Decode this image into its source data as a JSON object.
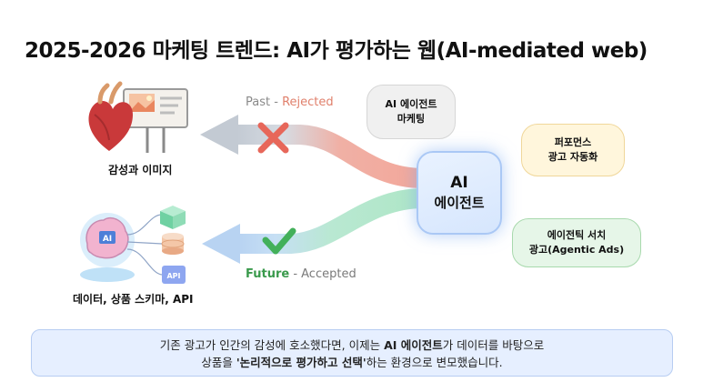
{
  "title": "2025-2026 마케팅 트렌드: AI가 평가하는 웹(AI-mediated web)",
  "past_label": {
    "prefix": "Past - ",
    "status": "Rejected"
  },
  "future_label": {
    "prefix": "Future",
    "status": " - Accepted"
  },
  "left_top_caption": "감성과 이미지",
  "left_bottom_caption": "데이터, 상품 스키마, API",
  "hub": {
    "line1": "AI",
    "line2": "에이전트"
  },
  "bubbles": {
    "gray": [
      "AI 에이전트",
      "마케팅"
    ],
    "yellow": [
      "퍼포먼스",
      "광고 자동화"
    ],
    "green": [
      "에이전틱 서치",
      "광고(Agentic Ads)"
    ]
  },
  "api_badge": "API",
  "ai_badge": "AI",
  "summary": {
    "line1_a": "기존 광고가 인간의 감성에 호소했다면, 이제는 ",
    "line1_b": "AI 에이전트",
    "line1_c": "가 데이터를 바탕으로",
    "line2_a": "상품을 ",
    "line2_b": "'논리적으로 평가하고 선택'",
    "line2_c": "하는 환경으로 변모했습니다."
  },
  "colors": {
    "rejected": "#e0806c",
    "accepted": "#3a9a4c",
    "hub_border": "#aac8f5",
    "summary_bg": "#e6efff"
  },
  "icons": [
    "heart-icon",
    "billboard-icon",
    "check-icon",
    "cross-icon",
    "brain-icon",
    "cube-icon",
    "database-icon",
    "api-icon"
  ]
}
